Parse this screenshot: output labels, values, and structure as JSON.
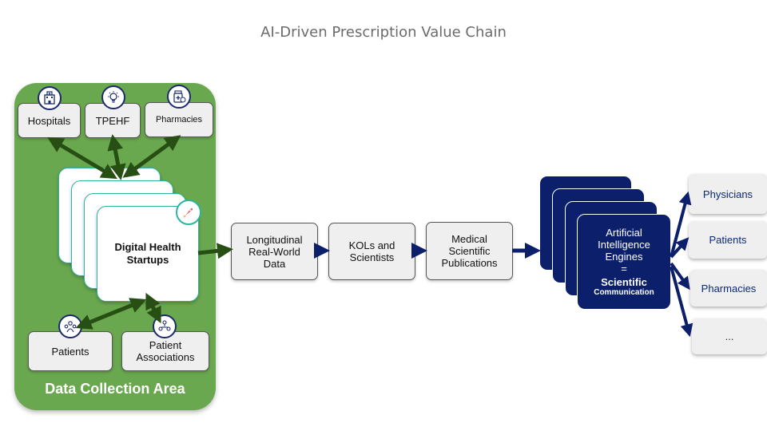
{
  "title": "AI-Driven Prescription Value Chain",
  "data_collection": {
    "label": "Data Collection Area",
    "top_sources": [
      "Hospitals",
      "TPEHF",
      "Pharmacies"
    ],
    "startups_label": "Digital Health Startups",
    "bottom_sources": [
      "Patients",
      "Patient Associations"
    ]
  },
  "chain": {
    "step1": "Longitudinal Real-World Data",
    "step2": "KOLs and Scientists",
    "step3": "Medical Scientific Publications"
  },
  "ai_engine": {
    "line1": "Artificial Intelligence Engines",
    "equals": "=",
    "scientific": "Scientific",
    "communication": "Communication"
  },
  "targets": [
    "Physicians",
    "Patients",
    "Pharmacies",
    "..."
  ],
  "colors": {
    "green": "#6aa84f",
    "dark_green": "#274e13",
    "navy": "#0b1f6b",
    "teal": "#2bb5a0"
  },
  "icons": [
    "hospital-icon",
    "lightbulb-icon",
    "pharmacy-icon",
    "rocket-icon",
    "patients-group-icon",
    "association-icon"
  ]
}
